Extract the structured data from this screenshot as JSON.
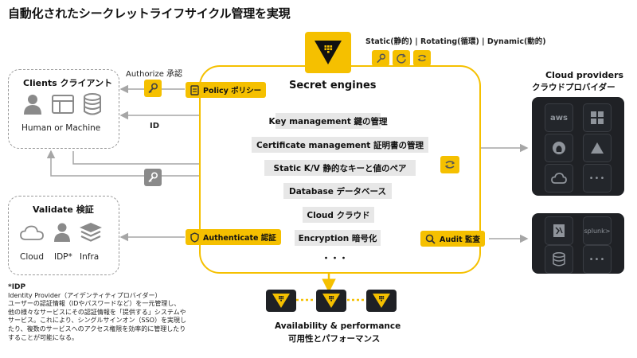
{
  "title": "自動化されたシークレットライフサイクル管理を実現",
  "top_label": "Static(静的) | Rotating(循環) | Dynamic(動的)",
  "secret_engines": {
    "title": "Secret engines",
    "items": [
      "Key management 鍵の管理",
      "Certificate management 証明書の管理",
      "Static K/V 静的なキーと値のペア",
      "Database データベース",
      "Cloud クラウド",
      "Encryption 暗号化"
    ],
    "more": "・・・"
  },
  "clients": {
    "title": "Clients クライアント",
    "caption": "Human or Machine"
  },
  "authorize_label": "Authorize 承認",
  "id_label": "ID",
  "policy_tag": "Policy ポリシー",
  "authenticate_tag": "Authenticate 認証",
  "audit_tag": "Audit 監査",
  "validate": {
    "title": "Validate 検証",
    "labels": [
      "Cloud",
      "IDP*",
      "Infra"
    ]
  },
  "cloud_providers": {
    "title": "Cloud providers",
    "subtitle": "クラウドプロバイダー",
    "tiles": [
      "aws",
      "microsoft",
      "github",
      "gcp-triangle",
      "google-cloud",
      "more"
    ],
    "more": "•••",
    "aws_text": "aws"
  },
  "audit_targets": {
    "tiles": [
      "logs",
      "splunk",
      "database",
      "more"
    ],
    "splunk_text": "splunk>",
    "more": "•••"
  },
  "availability": {
    "title": "Availability & performance",
    "subtitle": "可用性とパフォーマンス"
  },
  "footnote": {
    "heading": "*IDP",
    "lines": [
      "Identity Provider（アイデンティティプロバイダー）",
      "ユーザーの認証情報（IDやパスワードなど）を一元管理し、",
      "他の様々なサービスにその認証情報を「提供する」システムや",
      "サービス。これにより、シングルサインオン（SSO）を実現し",
      "たり、複数のサービスへのアクセス権限を効率的に管理したり",
      "することが可能になる。"
    ]
  },
  "colors": {
    "accent": "#f5c000",
    "dark_panel": "#1f2125",
    "engine_item_bg": "#e7e7e7",
    "arrow_gray": "#a6a6a6",
    "icon_gray": "#8a8a8a"
  }
}
